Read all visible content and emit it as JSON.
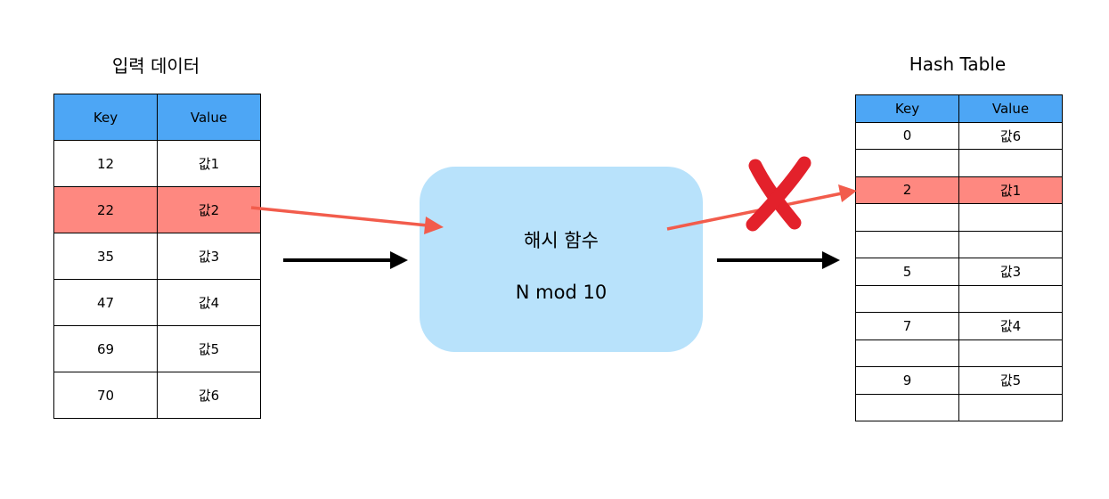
{
  "input": {
    "title": "입력 데이터",
    "headers": [
      "Key",
      "Value"
    ],
    "rows": [
      {
        "key": "12",
        "value": "값1"
      },
      {
        "key": "22",
        "value": "값2"
      },
      {
        "key": "35",
        "value": "값3"
      },
      {
        "key": "47",
        "value": "값4"
      },
      {
        "key": "69",
        "value": "값5"
      },
      {
        "key": "70",
        "value": "값6"
      }
    ]
  },
  "hash_function": {
    "title": "해시 함수",
    "formula": "N mod 10"
  },
  "hash_table": {
    "title": "Hash Table",
    "headers": [
      "Key",
      "Value"
    ],
    "rows": [
      {
        "key": "0",
        "value": "값6"
      },
      {
        "key": "",
        "value": ""
      },
      {
        "key": "2",
        "value": "값1"
      },
      {
        "key": "",
        "value": ""
      },
      {
        "key": "",
        "value": ""
      },
      {
        "key": "5",
        "value": "값3"
      },
      {
        "key": "",
        "value": ""
      },
      {
        "key": "7",
        "value": "값4"
      },
      {
        "key": "",
        "value": ""
      },
      {
        "key": "9",
        "value": "값5"
      },
      {
        "key": "",
        "value": ""
      }
    ]
  },
  "colors": {
    "header": "#4da6f5",
    "highlight": "#fe8880",
    "hash_box": "#b8e2fb",
    "collision_arrow": "#f25c4c",
    "cross_mark": "#e3212b"
  },
  "icons": [
    "collision-x-icon",
    "arrow-icon"
  ]
}
